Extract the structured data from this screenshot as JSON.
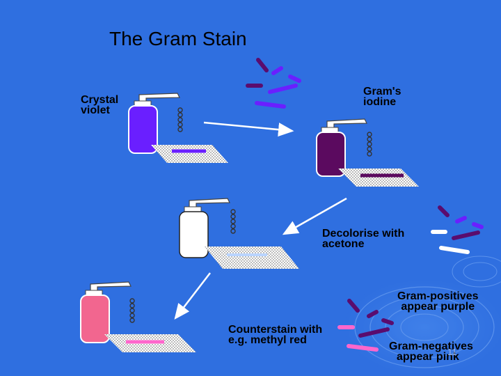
{
  "slide": {
    "title": "The Gram Stain",
    "page_number": "11"
  },
  "steps": [
    {
      "id": "crystal-violet",
      "lines": [
        "Crystal",
        "violet"
      ]
    },
    {
      "id": "grams-iodine",
      "lines": [
        "Gram's",
        "iodine"
      ]
    },
    {
      "id": "decolorise",
      "lines": [
        "Decolorise with",
        "acetone"
      ]
    },
    {
      "id": "counterstain",
      "lines": [
        "Counterstain with",
        "e.g. methyl red"
      ]
    }
  ],
  "results": [
    {
      "id": "gram-positive",
      "lines": [
        "Gram-positives",
        "appear purple"
      ]
    },
    {
      "id": "gram-negative",
      "lines": [
        "Gram-negatives",
        "appear pink"
      ]
    }
  ],
  "colors": {
    "background": "#2f6fe0",
    "crystal_violet": "#6a1fff",
    "iodine_purple": "#5b0a5f",
    "empty_bottle": "#ffffff",
    "methyl_red_pink": "#f2668f",
    "bacteria_purple": "#5a0c6e",
    "bacteria_pink": "#ff66cc",
    "bacteria_violet": "#6a1fff",
    "bacteria_white": "#ffffff"
  }
}
